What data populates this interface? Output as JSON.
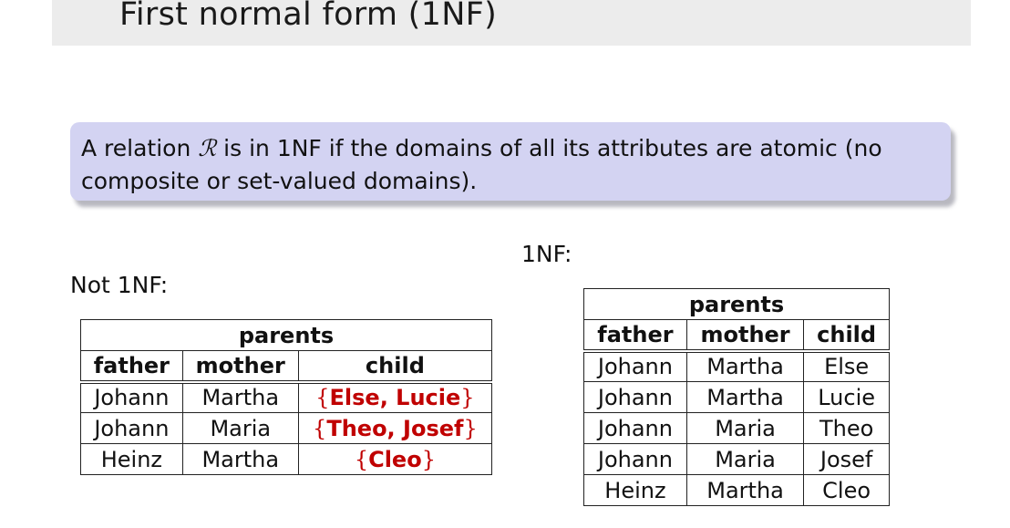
{
  "title": "First normal form (1NF)",
  "definition": {
    "text_before": "A relation ",
    "symbol": "ℛ",
    "text_after": " is in 1NF if the domains of all its attributes are atomic (no composite or set-valued domains)."
  },
  "not_1nf": {
    "label": "Not 1NF:",
    "group_header": "parents",
    "columns": [
      "father",
      "mother",
      "child"
    ],
    "rows": [
      {
        "father": "Johann",
        "mother": "Martha",
        "child": "Else, Lucie"
      },
      {
        "father": "Johann",
        "mother": "Maria",
        "child": "Theo, Josef"
      },
      {
        "father": "Heinz",
        "mother": "Martha",
        "child": "Cleo"
      }
    ],
    "brace_open": "{",
    "brace_close": "}",
    "highlight_color": "#c00000"
  },
  "is_1nf": {
    "label": "1NF:",
    "group_header": "parents",
    "columns": [
      "father",
      "mother",
      "child"
    ],
    "rows": [
      {
        "father": "Johann",
        "mother": "Martha",
        "child": "Else"
      },
      {
        "father": "Johann",
        "mother": "Martha",
        "child": "Lucie"
      },
      {
        "father": "Johann",
        "mother": "Maria",
        "child": "Theo"
      },
      {
        "father": "Johann",
        "mother": "Maria",
        "child": "Josef"
      },
      {
        "father": "Heinz",
        "mother": "Martha",
        "child": "Cleo"
      }
    ]
  },
  "colors": {
    "title_bar": "#ececec",
    "definition_box": "#d3d3f2"
  }
}
